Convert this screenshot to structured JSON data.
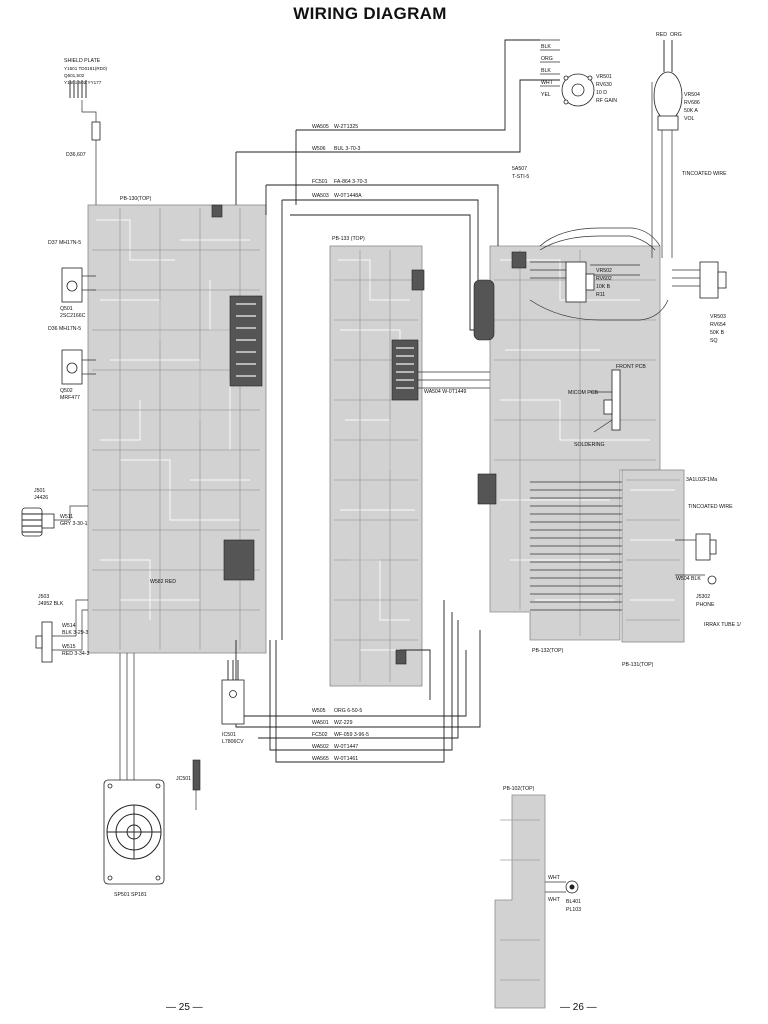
{
  "title": "WIRING DIAGRAM",
  "labels": {
    "shield_plate": [
      "SHIELD PLATE",
      "Y1501 TD0181(RD0)",
      "Q501,502",
      "Y1501,502:YY177"
    ],
    "d36": "D36,607",
    "pb130": "PB-130(TOP)",
    "pb133": "PB-133 (TOP)",
    "pb132": "PB-132(TOP)",
    "pb131": "PB-131(TOP)",
    "pb102": "PB-102(TOP)",
    "q501": [
      "D37 MH17N-5",
      "Q501",
      "2SC2166C"
    ],
    "q502": [
      "D36 MH17N-5",
      "Q502",
      "MRF477"
    ],
    "j501": [
      "J501",
      "J4426"
    ],
    "w511": [
      "W511",
      "GRY 3-30-1"
    ],
    "j503": [
      "J503",
      "J4952 BLK"
    ],
    "w514": [
      "W514",
      "BLK 3-29-3"
    ],
    "w515": [
      "W515",
      "RED 3-34-3"
    ],
    "sp501": "SP501  SP181",
    "ic501": [
      "IC501",
      "L7806CV"
    ],
    "jc501": "JC501",
    "w582": [
      "W582 RED"
    ],
    "wires_top": [
      {
        "id": "WA505",
        "spec": "W-2T1325"
      },
      {
        "id": "W506",
        "spec": "BUL  3-70-3"
      },
      {
        "id": "FC501",
        "spec": "FA-864   3-70-3"
      },
      {
        "id": "WA503",
        "spec": "W-0T1448A"
      }
    ],
    "wires_bottom": [
      {
        "id": "W505",
        "spec": "ORG  6-50-5"
      },
      {
        "id": "WA501",
        "spec": "WZ-229"
      },
      {
        "id": "FC502",
        "spec": "WF-059   3-96-5"
      },
      {
        "id": "WA502",
        "spec": "W-0T1447"
      },
      {
        "id": "WA565",
        "spec": "W-0T1461"
      }
    ],
    "wa504": "WA504  W-0T1449",
    "vr501": [
      "VR501",
      "RV630",
      "10 D",
      "RF GAIN"
    ],
    "vr504": [
      "VR504",
      "RV686",
      "50K A",
      "VOL"
    ],
    "vr502": [
      "VR502",
      "RV602",
      "10K B",
      "R11"
    ],
    "vr503": [
      "VR503",
      "RV654",
      "50K B",
      "SQ"
    ],
    "tinned_wire_1": "TINCOATED WIRE",
    "tinned_wire_2": "TINCOATED WIRE",
    "front_pcb": "FRONT PCB",
    "micom_pcb": "MICOM PCB",
    "soldering": "SOLDERING",
    "wire_colors_top": [
      "BLK",
      "ORG",
      "BLK",
      "WHT",
      "YEL"
    ],
    "wire_colors_vol": [
      "RED",
      "ORG"
    ],
    "w_5a": [
      "5A507",
      "T-STI-5"
    ],
    "pins_right": "3A1L02F1Ma",
    "j5302": [
      "J5302",
      "PHONE"
    ],
    "w504": "W504 BLK",
    "irrax": "IRRAX TUBE 1/",
    "pl": [
      "WHT",
      "WHT",
      "BL401",
      "PL103"
    ],
    "page_left": "— 25 —",
    "page_right": "— 26 —"
  }
}
